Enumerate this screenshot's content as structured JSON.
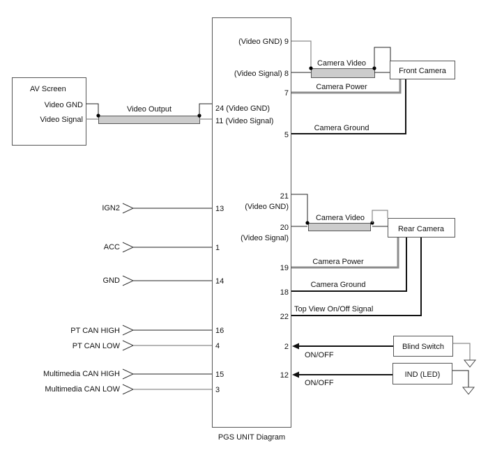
{
  "diagram": {
    "title": "PGS UNIT Diagram",
    "av_screen": {
      "name": "AV Screen",
      "pins": [
        "Video GND",
        "Video Signal"
      ],
      "cable_label": "Video Output"
    },
    "pgs_left_pins": {
      "video_gnd": "24 (Video GND)",
      "video_signal": "11 (Video Signal)",
      "ign2": "13",
      "acc": "1",
      "gnd": "14",
      "pt_can_high": "16",
      "pt_can_low": "4",
      "mm_can_high": "15",
      "mm_can_low": "3"
    },
    "inputs": {
      "ign2": "IGN2",
      "acc": "ACC",
      "gnd": "GND",
      "pt_can_high": "PT CAN HIGH",
      "pt_can_low": "PT CAN LOW",
      "mm_can_high": "Multimedia CAN HIGH",
      "mm_can_low": "Multimedia CAN LOW"
    },
    "front_camera": {
      "name": "Front Camera",
      "pin_video_gnd": "(Video GND) 9",
      "pin_video_signal": "(Video Signal) 8",
      "pin_power": "7",
      "pin_ground": "5",
      "cable_label": "Camera Video",
      "power_label": "Camera Power",
      "ground_label": "Camera Ground"
    },
    "rear_camera": {
      "name": "Rear Camera",
      "pin_video_gnd_num": "21",
      "pin_video_gnd_name": "(Video GND)",
      "pin_video_signal_num": "20",
      "pin_video_signal_name": "(Video Signal)",
      "pin_power": "19",
      "pin_ground": "18",
      "pin_topview": "22",
      "cable_label": "Camera Video",
      "power_label": "Camera Power",
      "ground_label": "Camera Ground",
      "topview_label": "Top View On/Off Signal"
    },
    "blind_switch": {
      "name": "Blind Switch",
      "pin": "2",
      "signal_label": "ON/OFF"
    },
    "ind_led": {
      "name": "IND (LED)",
      "pin": "12",
      "signal_label": "ON/OFF"
    }
  }
}
